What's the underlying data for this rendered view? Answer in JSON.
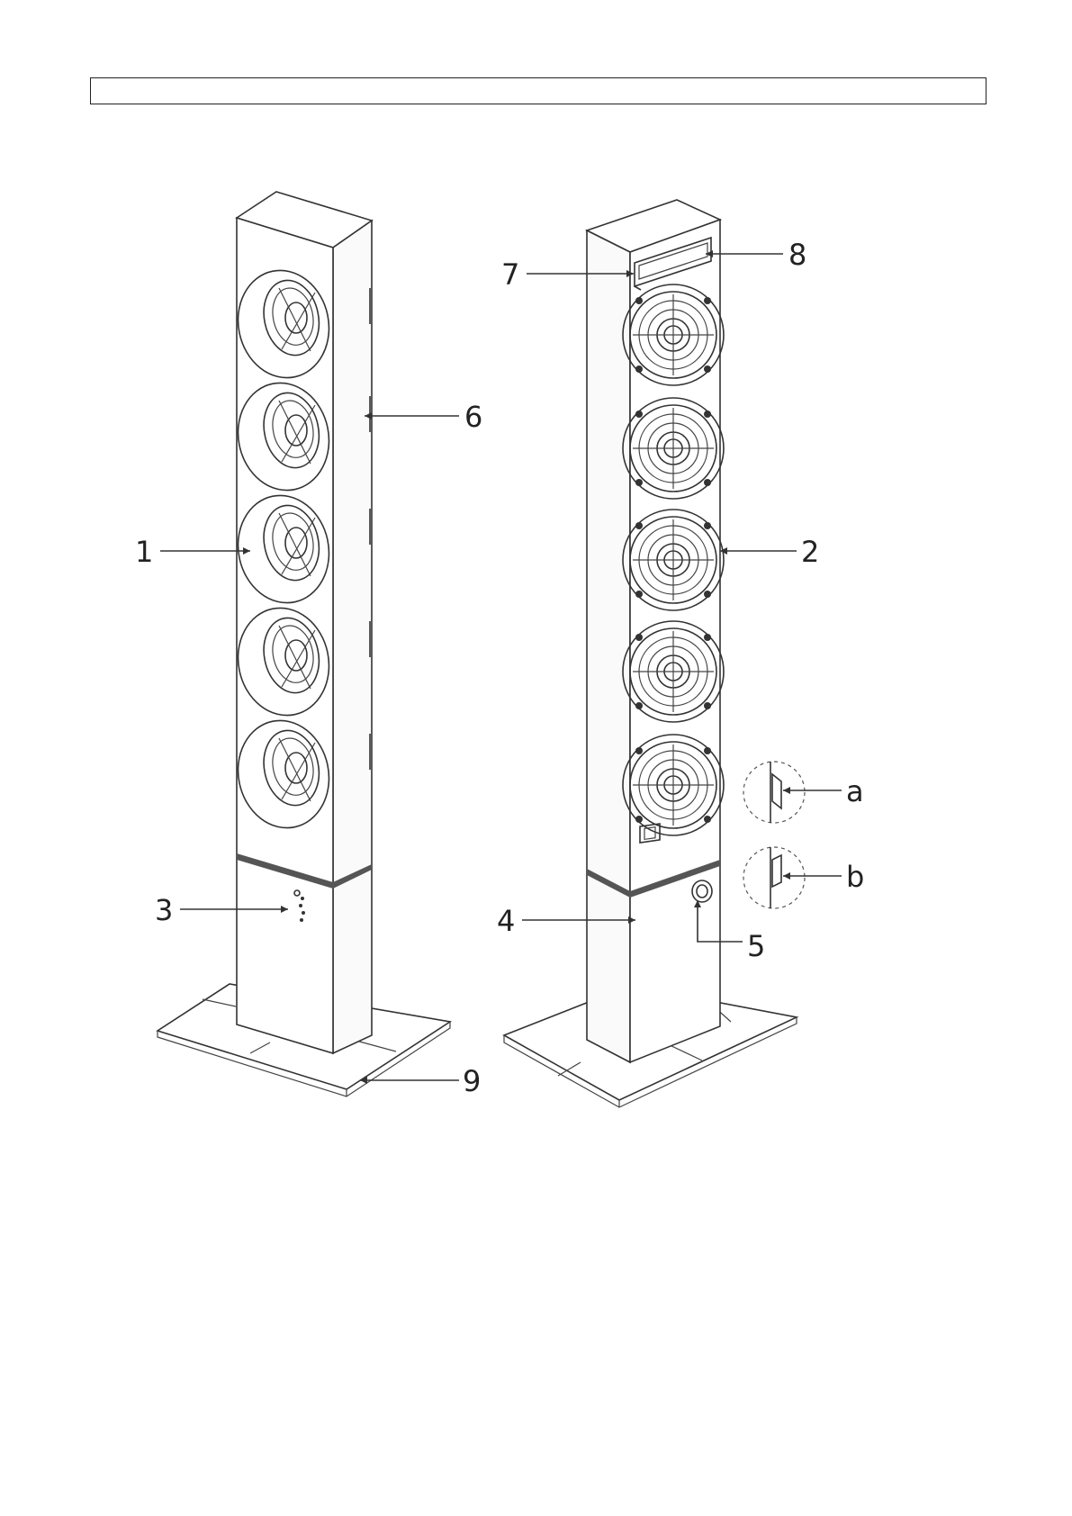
{
  "header": {
    "text": ""
  },
  "callouts": [
    {
      "id": "1",
      "label": "1"
    },
    {
      "id": "2",
      "label": "2"
    },
    {
      "id": "3",
      "label": "3"
    },
    {
      "id": "4",
      "label": "4"
    },
    {
      "id": "5",
      "label": "5"
    },
    {
      "id": "6",
      "label": "6"
    },
    {
      "id": "7",
      "label": "7"
    },
    {
      "id": "8",
      "label": "8"
    },
    {
      "id": "9",
      "label": "9"
    },
    {
      "id": "a",
      "label": "a"
    },
    {
      "id": "b",
      "label": "b"
    }
  ],
  "icons": [
    "tower-fan-front-icon",
    "tower-fan-rear-icon",
    "switch-position-a-icon",
    "switch-position-b-icon"
  ],
  "colors": {
    "line": "#333333",
    "background": "#ffffff"
  }
}
